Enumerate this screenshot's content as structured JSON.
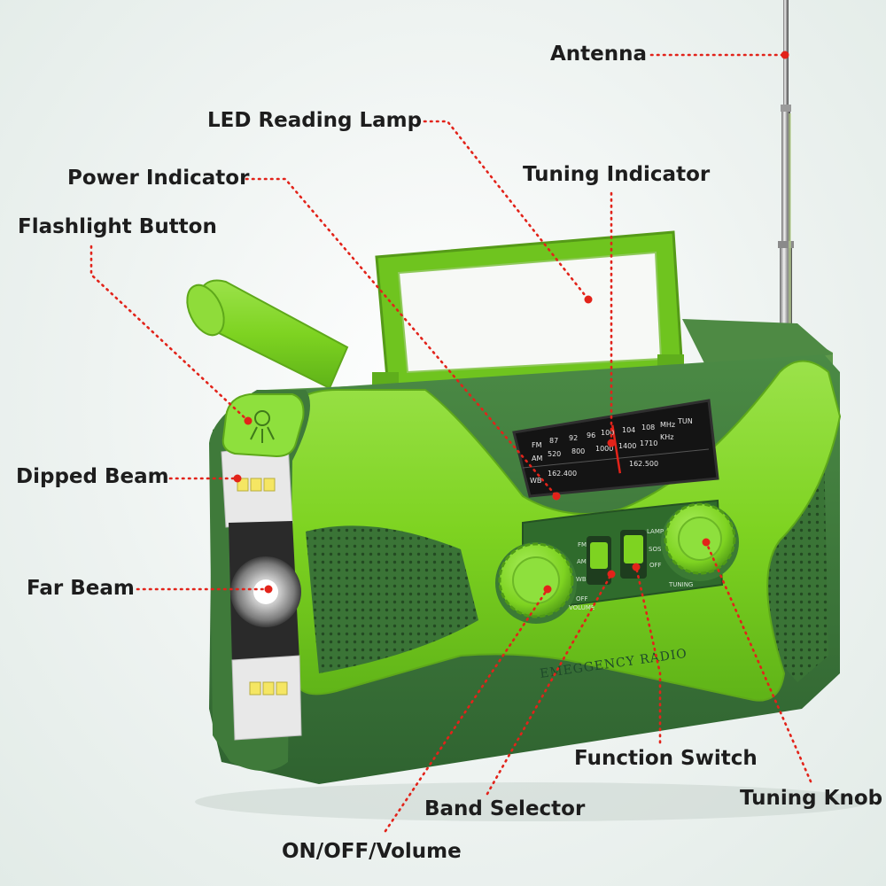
{
  "labels": {
    "antenna": "Antenna",
    "led_reading_lamp": "LED Reading Lamp",
    "tuning_indicator": "Tuning Indicator",
    "power_indicator": "Power Indicator",
    "flashlight_button": "Flashlight Button",
    "dipped_beam": "Dipped Beam",
    "far_beam": "Far Beam",
    "function_switch": "Function Switch",
    "tuning_knob": "Tuning Knob",
    "band_selector": "Band Selector",
    "on_off_volume": "ON/OFF/Volume"
  },
  "device": {
    "front_text": "EMEGGENCY RADIO",
    "dial": {
      "fm_label": "FM",
      "am_label": "AM",
      "wb_label": "WB",
      "fm_scale": [
        "87",
        "92",
        "96",
        "100",
        "104",
        "108"
      ],
      "am_scale": [
        "520",
        "800",
        "1000",
        "1400",
        "1710"
      ],
      "wb_scale": [
        "162.400",
        "162.500"
      ],
      "mhz": "MHz",
      "khz": "KHz",
      "tun": "TUN"
    },
    "switch_labels": {
      "band": [
        "FM",
        "AM",
        "WB"
      ],
      "function": [
        "LAMP",
        "SOS",
        "OFF"
      ],
      "off_volume": [
        "OFF",
        "VOLUME"
      ],
      "tuning": "TUNING"
    }
  },
  "colors": {
    "body_green": "#7ed321",
    "dark_green": "#3f7a3a",
    "leader_red": "#e2231a"
  }
}
